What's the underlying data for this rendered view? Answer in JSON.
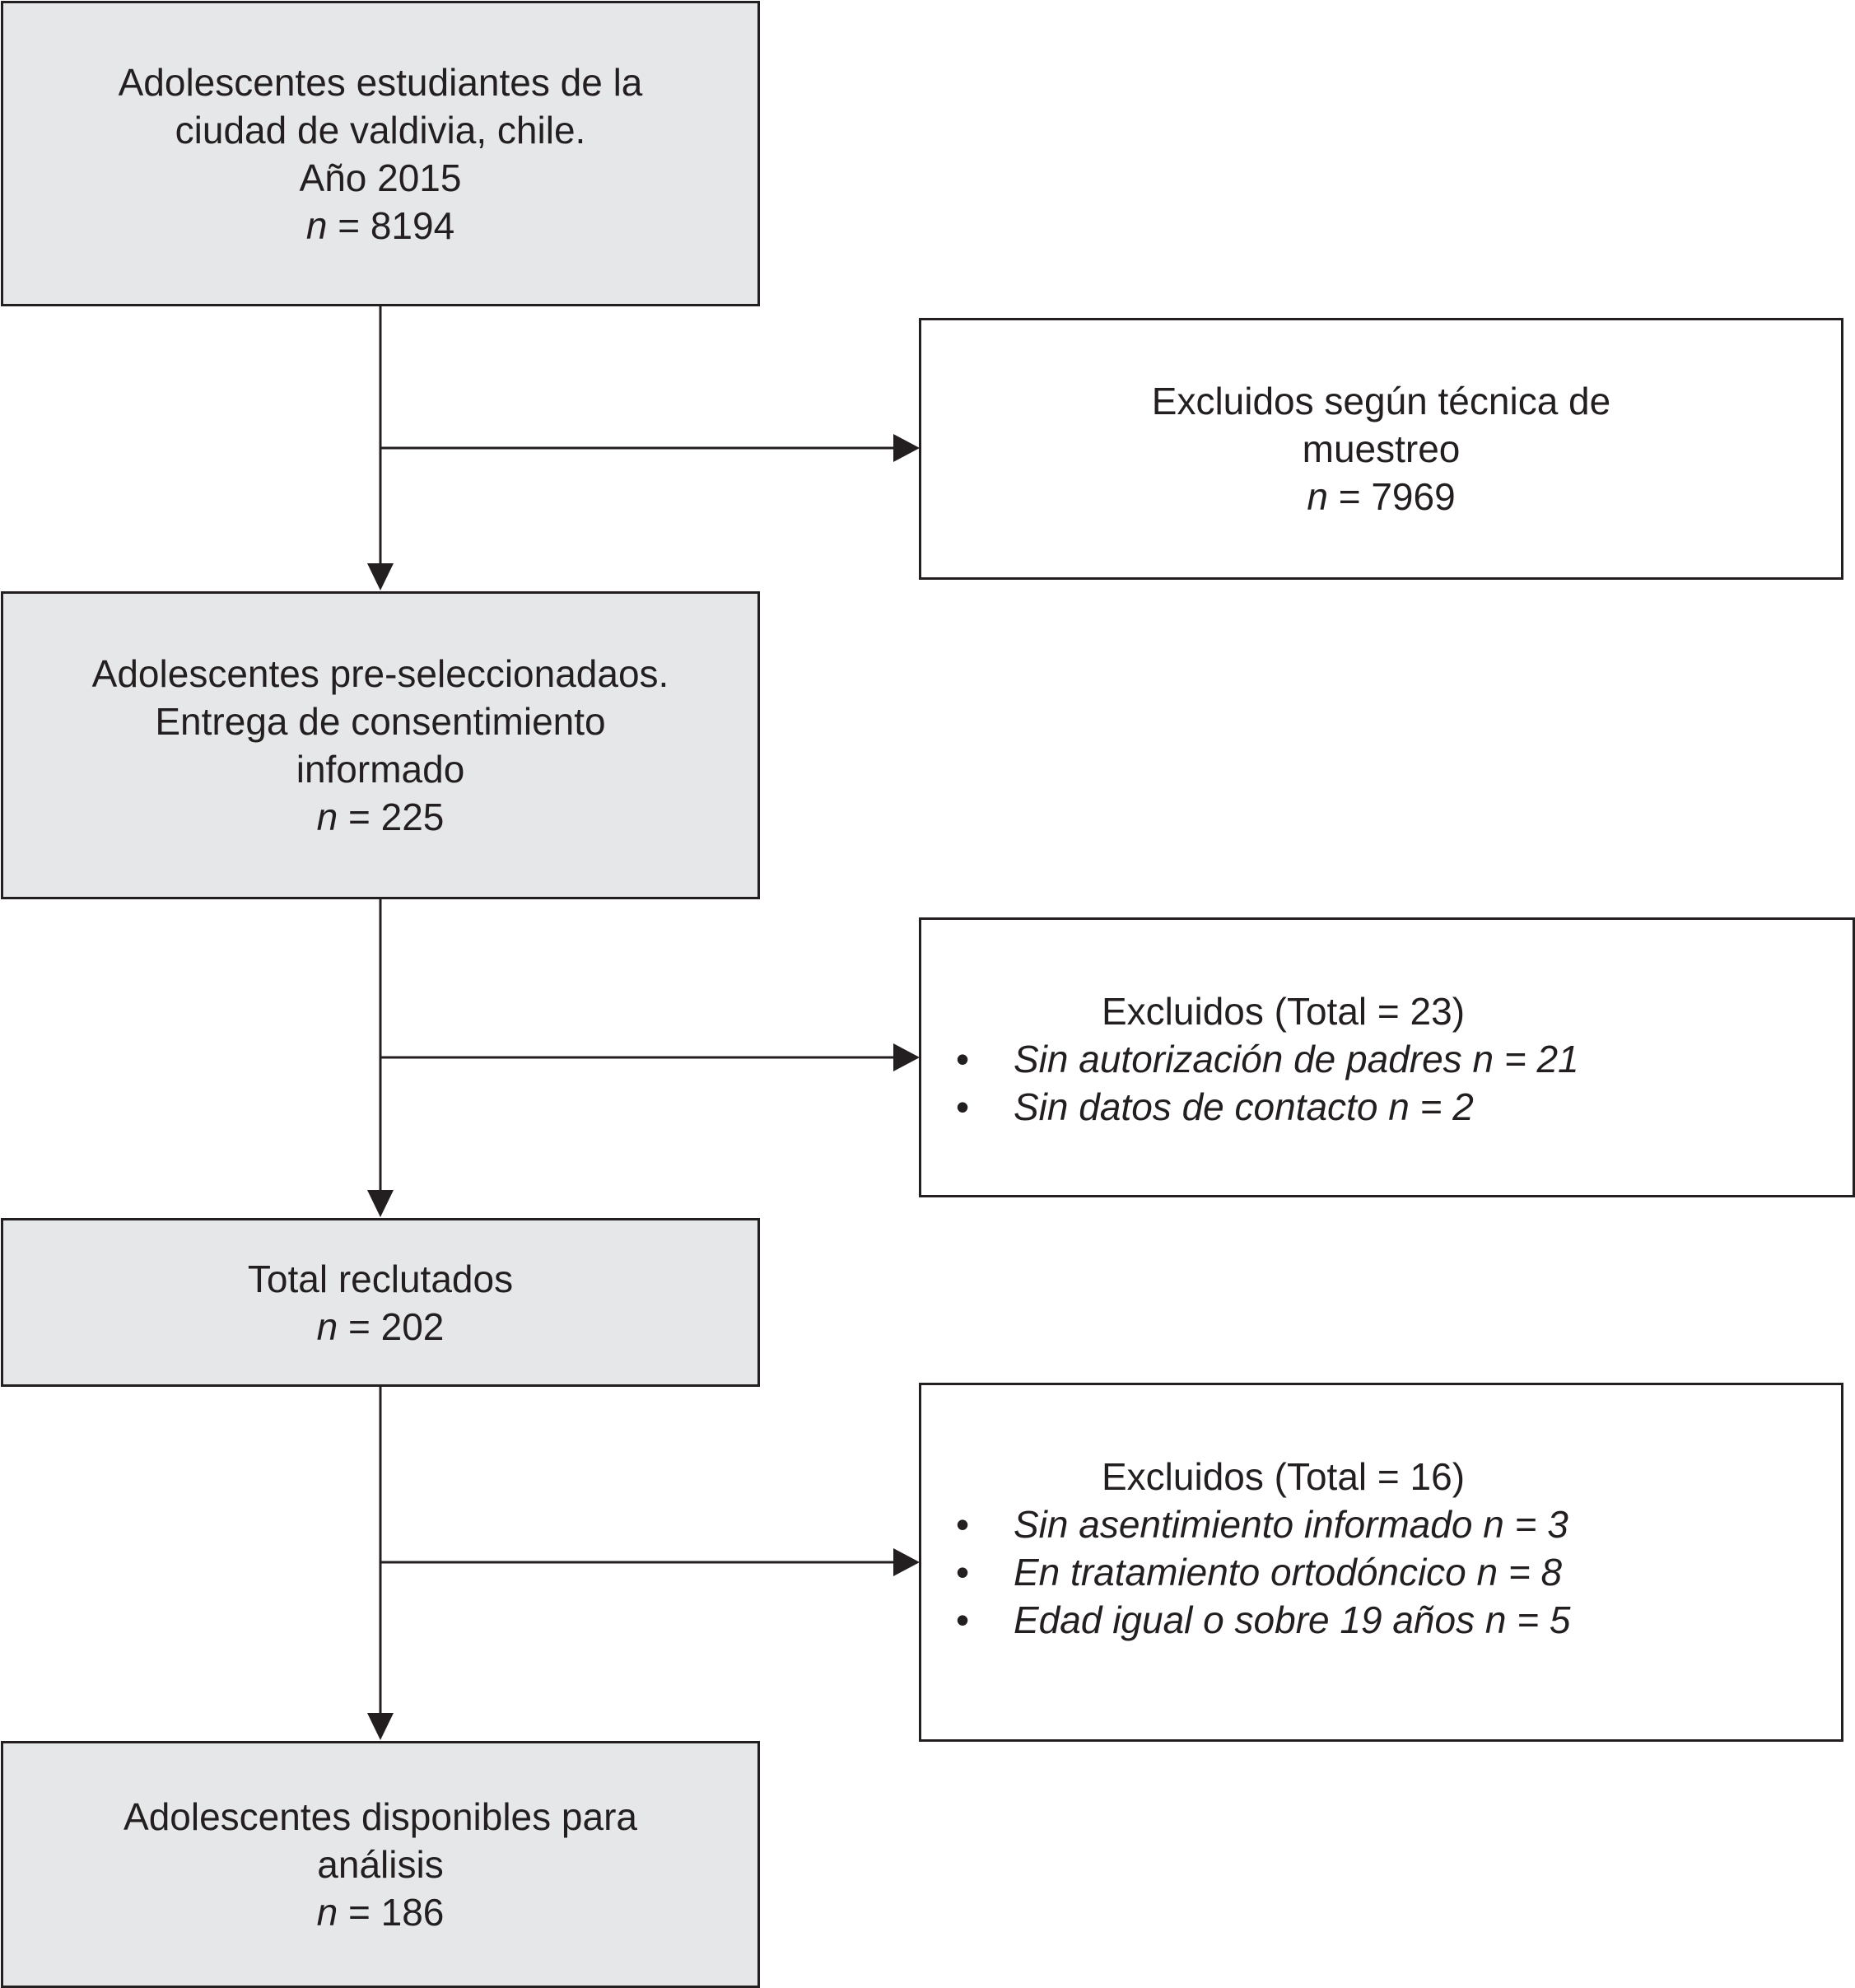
{
  "main_boxes": [
    {
      "lines": [
        "Adolescentes estudiantes de la",
        "ciudad de valdivia, chile.",
        "Año 2015"
      ],
      "n_label": "n",
      "n_value": "= 8194"
    },
    {
      "lines": [
        "Adolescentes pre-seleccionadaos.",
        "Entrega de consentimiento",
        "informado"
      ],
      "n_label": "n",
      "n_value": "= 225"
    },
    {
      "lines": [
        "Total reclutados"
      ],
      "n_label": "n",
      "n_value": "= 202"
    },
    {
      "lines": [
        "Adolescentes disponibles para",
        "análisis"
      ],
      "n_label": "n",
      "n_value": "= 186"
    }
  ],
  "exclusion_boxes": [
    {
      "lines": [
        "Excluidos según técnica de",
        "muestreo"
      ],
      "n_label": "n",
      "n_value": "= 7969"
    },
    {
      "title": "Excluidos (Total = 23)",
      "items": [
        "Sin autorización de padres n = 21",
        "Sin datos de contacto n = 2"
      ]
    },
    {
      "title": "Excluidos (Total = 16)",
      "items": [
        "Sin asentimiento informado n = 3",
        "En tratamiento ortodóncico n = 8",
        "Edad igual o sobre 19 años n = 5"
      ]
    }
  ]
}
